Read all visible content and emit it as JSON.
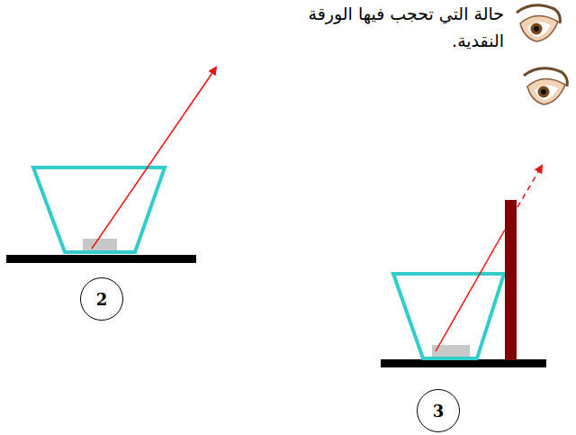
{
  "diagram": {
    "nodes": [
      {
        "text": [
          "2"
        ]
      },
      {
        "text": [
          "3"
        ]
      }
    ],
    "labels": [
      "حالة التي تحجب فيها الورقة النقدية."
    ]
  }
}
